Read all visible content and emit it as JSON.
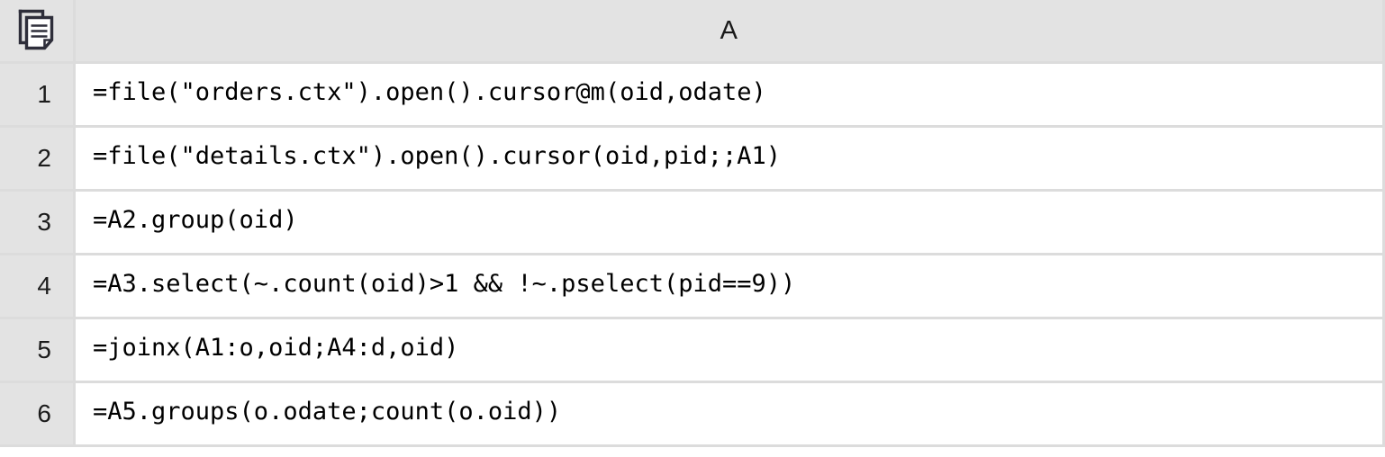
{
  "grid": {
    "corner_icon": "copy-document-icon",
    "column_headers": [
      "A"
    ],
    "row_numbers": [
      "1",
      "2",
      "3",
      "4",
      "5",
      "6"
    ],
    "rows": [
      {
        "num": "1",
        "a": "=file(\"orders.ctx\").open().cursor@m(oid,odate)"
      },
      {
        "num": "2",
        "a": "=file(\"details.ctx\").open().cursor(oid,pid;;A1)"
      },
      {
        "num": "3",
        "a": "=A2.group(oid)"
      },
      {
        "num": "4",
        "a": "=A3.select(~.count(oid)>1 && !~.pselect(pid==9))"
      },
      {
        "num": "5",
        "a": "=joinx(A1:o,oid;A4:d,oid)"
      },
      {
        "num": "6",
        "a": "=A5.groups(o.odate;count(o.oid))"
      }
    ]
  },
  "colors": {
    "header_bg": "#e3e3e3",
    "cell_bg": "#ffffff",
    "grid_line": "#dcdcdc",
    "text": "#000000",
    "icon": "#2e2e3a"
  }
}
